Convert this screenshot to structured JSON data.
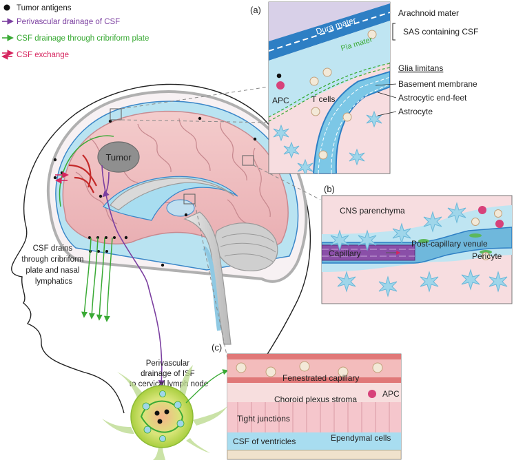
{
  "legend": {
    "items": [
      {
        "label": "Tumor antigens",
        "color": "#111111",
        "marker": "dot"
      },
      {
        "label": "Perivascular drainage of CSF",
        "color": "#7b3fa0",
        "marker": "arrow"
      },
      {
        "label": "CSF drainage through cribriform plate",
        "color": "#3aaa35",
        "marker": "arrow"
      },
      {
        "label": "CSF exchange",
        "color": "#d6245e",
        "marker": "double-arrow"
      }
    ]
  },
  "head": {
    "tumor_label": "Tumor",
    "csf_drains_label": [
      "CSF drains",
      "through cribriform",
      "plate and nasal",
      "lymphatics"
    ],
    "perivascular_isf_label": [
      "Perivascular",
      "drainage of ISF",
      "to cervical lymph node"
    ]
  },
  "panel_a": {
    "tag": "(a)",
    "dura": "Dura mater",
    "pia": "Pia mater",
    "apc": "APC",
    "tcells": "T cells",
    "right_labels": {
      "arachnoid": "Arachnoid mater",
      "sas": "SAS containing CSF",
      "glia": "Glia limitans",
      "basement": "Basement membrane",
      "endfeet": "Astrocytic end-feet",
      "astrocyte": "Astrocyte"
    }
  },
  "panel_b": {
    "tag": "(b)",
    "parenchyma": "CNS parenchyma",
    "capillary": "Capillary",
    "venule": "Post-capillary venule",
    "pericyte": "Pericyte"
  },
  "panel_c": {
    "tag": "(c)",
    "fenestrated": "Fenestrated capillary",
    "apc": "APC",
    "stroma": "Choroid plexus stroma",
    "tight": "Tight junctions",
    "csf": "CSF of ventricles",
    "ependymal": "Ependymal cells"
  },
  "colors": {
    "purple": "#7b3fa0",
    "green": "#3aaa35",
    "pink": "#d6245e",
    "csf_blue": "#9fd6ea",
    "brain_pink": "#f2c4c4",
    "dura_blue": "#3a86c8"
  }
}
